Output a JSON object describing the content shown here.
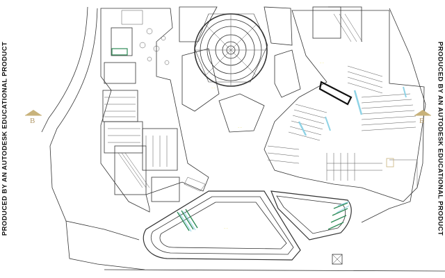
{
  "watermark": {
    "left": "PRODUCED BY AN AUTODESK EDUCATIONAL PRODUCT",
    "right": "PRODUCED BY AN AUTODESK EDUCATIONAL PRODUCT"
  },
  "section_markers": {
    "left": "B",
    "right": "B"
  },
  "colors": {
    "linework": "#333333",
    "accent_marker": "#c8b27a",
    "highlight_blue": "#8fd3e6",
    "highlight_green": "#2e8b57",
    "annotation_yellow": "#e6d84a"
  }
}
